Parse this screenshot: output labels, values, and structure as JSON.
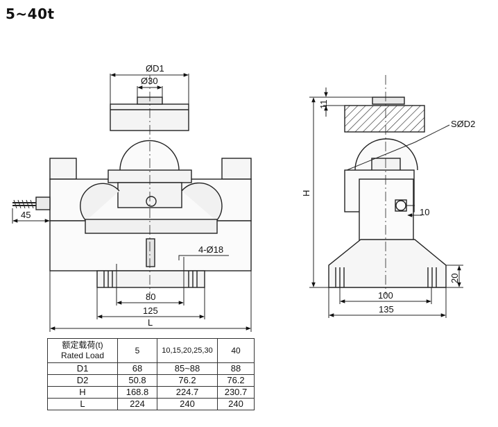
{
  "title": "5~40t",
  "front_view": {
    "d1_label": "ØD1",
    "d30_label": "Ø30",
    "cable_dim": "45",
    "holes_label": "4-Ø18",
    "dim_80": "80",
    "dim_125": "125",
    "dim_L": "L"
  },
  "side_view": {
    "dim_11": "11",
    "sd2_label": "SØD2",
    "dim_H": "H",
    "dim_10": "10",
    "dim_100": "100",
    "dim_135": "135",
    "dim_20": "20"
  },
  "spec_table": {
    "header": {
      "label_cn": "额定载荷(t)",
      "label_en": "Rated Load",
      "cols": [
        "5",
        "10,15,20,25,30",
        "40"
      ]
    },
    "rows": [
      {
        "name": "D1",
        "values": [
          "68",
          "85~88",
          "88"
        ]
      },
      {
        "name": "D2",
        "values": [
          "50.8",
          "76.2",
          "76.2"
        ]
      },
      {
        "name": "H",
        "values": [
          "168.8",
          "224.7",
          "230.7"
        ]
      },
      {
        "name": "L",
        "values": [
          "224",
          "240",
          "240"
        ]
      }
    ]
  }
}
